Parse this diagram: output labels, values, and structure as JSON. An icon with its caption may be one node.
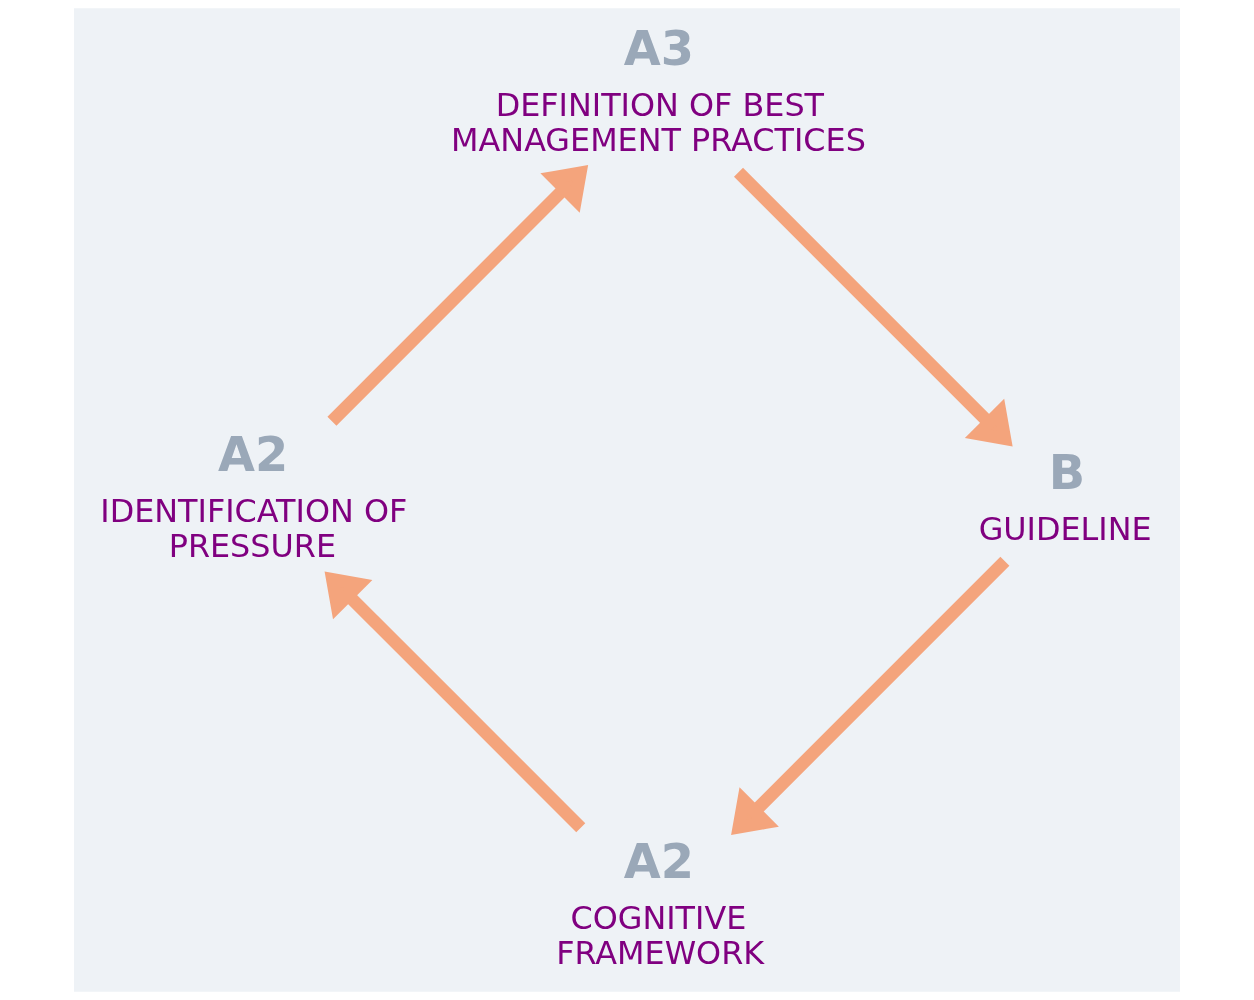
{
  "diagram": {
    "nodes": [
      {
        "text": [
          "A2",
          "COGNITIVE FRAMEWORK"
        ]
      },
      {
        "text": [
          "A2",
          "IDENTIFICATION OF PRESSURE"
        ]
      },
      {
        "text": [
          "A3",
          "DEFINITION OF BEST MANAGEMENT PRACTICES"
        ]
      },
      {
        "text": [
          "B",
          "GUIDELINE"
        ]
      }
    ],
    "edges": [
      {
        "from": 0,
        "to": 1,
        "arrow": "to"
      },
      {
        "from": 1,
        "to": 2,
        "arrow": "to"
      },
      {
        "from": 2,
        "to": 3,
        "arrow": "to"
      },
      {
        "from": 3,
        "to": 0,
        "arrow": "to"
      }
    ]
  }
}
